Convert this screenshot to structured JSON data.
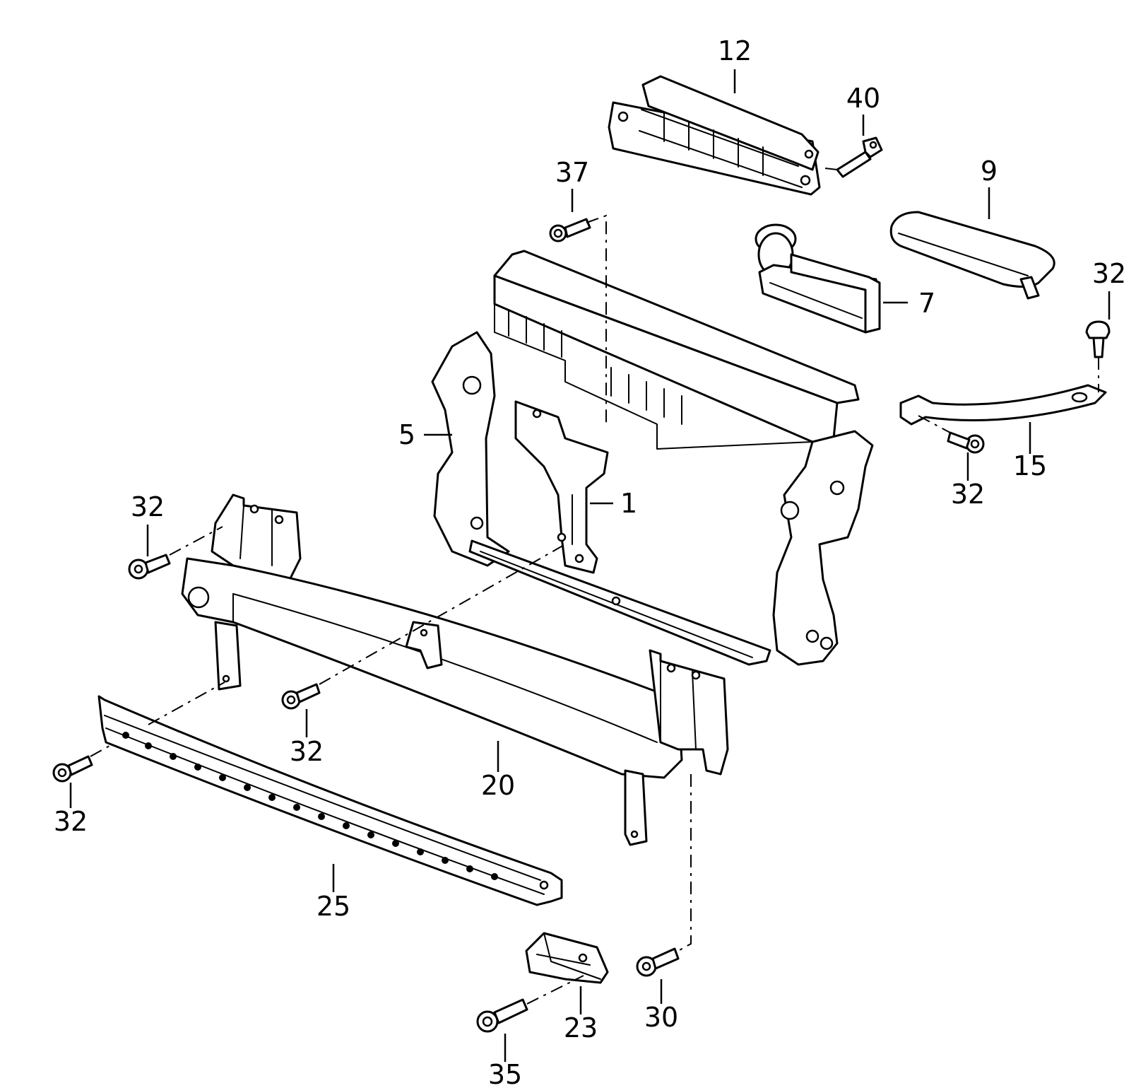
{
  "callouts": {
    "c1": "1",
    "c5": "5",
    "c7": "7",
    "c9": "9",
    "c12": "12",
    "c15": "15",
    "c20": "20",
    "c23": "23",
    "c25": "25",
    "c30": "30",
    "c32_top_right": "32",
    "c32_bottom_right": "32",
    "c32_left_top": "32",
    "c32_center": "32",
    "c32_left_bottom": "32",
    "c35": "35",
    "c37": "37",
    "c40": "40"
  },
  "colors": {
    "line": "#000000",
    "background": "#ffffff"
  }
}
